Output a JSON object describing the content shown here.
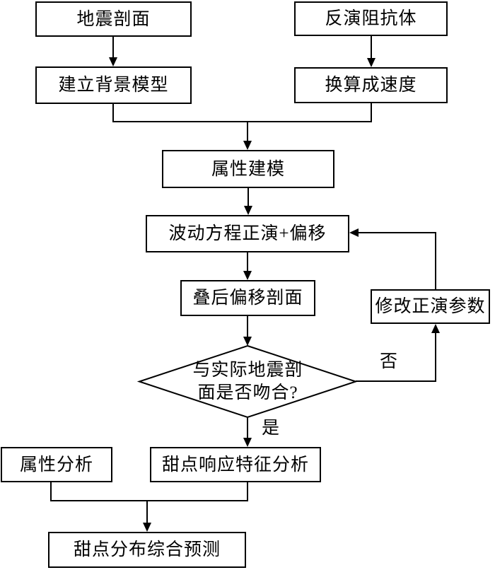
{
  "diagram": {
    "background_color": "#ffffff",
    "stroke_color": "#000000",
    "nodes": {
      "seismic_profile": "地震剖面",
      "inverted_impedance": "反演阻抗体",
      "background_model": "建立背景模型",
      "convert_velocity": "换算成速度",
      "attribute_modeling": "属性建模",
      "wave_equation_forward": "波动方程正演+偏移",
      "poststack_migration": "叠后偏移剖面",
      "modify_forward_params": "修改正演参数",
      "attribute_analysis": "属性分析",
      "sweetspot_response": "甜点响应特征分析",
      "sweetspot_prediction": "甜点分布综合预测"
    },
    "decision": {
      "line1": "与实际地震剖",
      "line2": "面是否吻合?"
    },
    "edge_labels": {
      "yes": "是",
      "no": "否"
    }
  }
}
